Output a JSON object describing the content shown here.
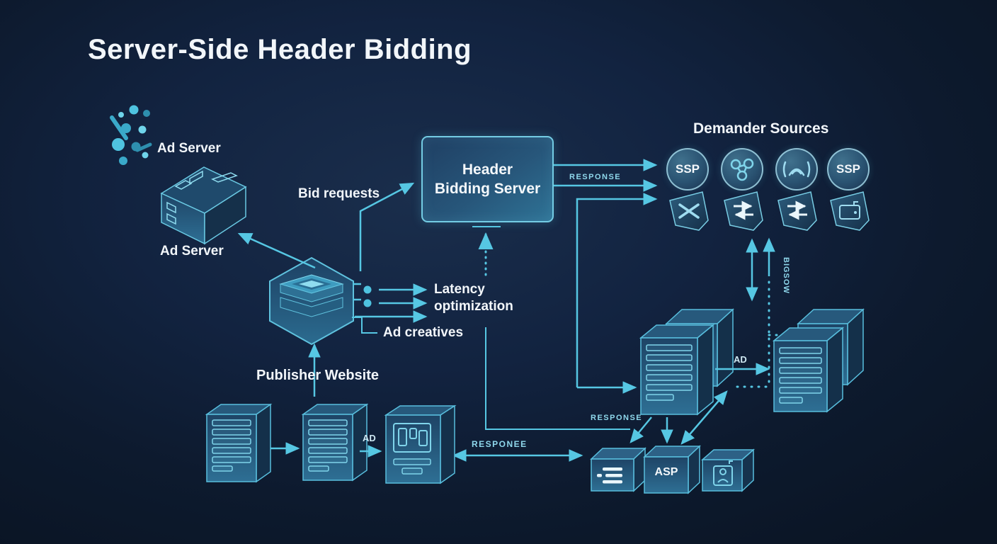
{
  "title": "Server-Side Header Bidding",
  "ad_server": {
    "top_label": "Ad Server",
    "box_label": "Ad Server"
  },
  "publisher": {
    "label": "Publisher Website"
  },
  "hbs": {
    "label": "Header Bidding Server"
  },
  "labels": {
    "bid_requests": "Bid requests",
    "latency_line1": "Latency",
    "latency_line2": "optimization",
    "ad_creatives": "Ad creatives",
    "response_top": "response",
    "response_right": "response",
    "response_bottom": "responee",
    "ad_left": "AD",
    "ad_right": "AD",
    "vertical_garbled": "Bigsow"
  },
  "demand": {
    "heading": "Demander Sources",
    "circle1_label": "SSP",
    "circle4_label": "SSP",
    "circle_icons": [
      "ssp-text",
      "network-nodes-icon",
      "signal-arcs-icon",
      "ssp-text"
    ],
    "badge_icons": [
      "crossed-arrows-icon",
      "exchange-arrows-icon",
      "exchange-arrows-icon",
      "wallet-icon"
    ]
  },
  "cubes": {
    "asp_label": "ASP",
    "icons": [
      "list-icon",
      "asp-text",
      "person-badge-icon"
    ]
  },
  "icons": {
    "top_left": "ad-network-dots-icon",
    "left_box": "ad-server-package",
    "publisher": "publisher-layer-stack",
    "bottom_docs": "document-server",
    "right_towers": "document-server-tower"
  },
  "colors": {
    "background": "#0d1b2e",
    "accent": "#56c7e3",
    "accent_light": "#8fd8ec",
    "text": "#f2f6fa",
    "box_border": "#74cce4"
  }
}
